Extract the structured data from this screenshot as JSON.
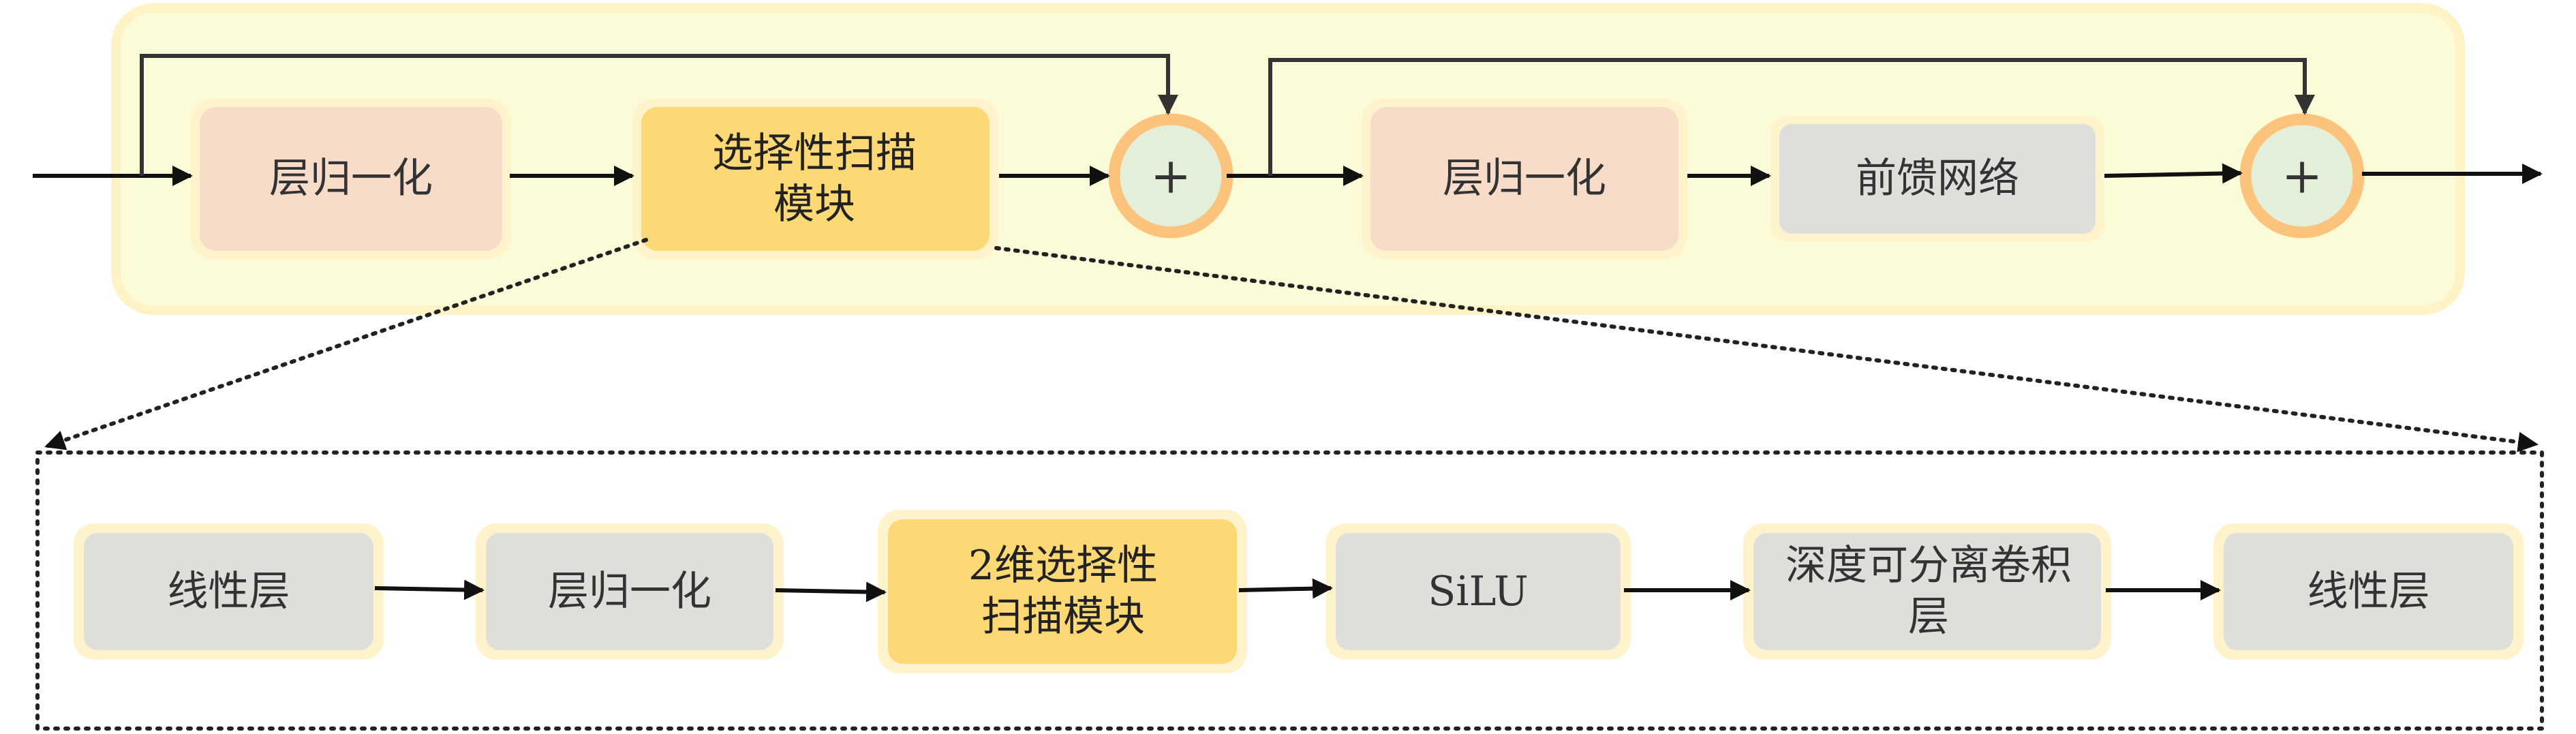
{
  "colors": {
    "outer_block_fill": "#fcfbd8",
    "outer_block_border": "#fdf3c4",
    "layernorm_fill": "#f6dcc9",
    "scan_fill": "#fcd974",
    "ffn_fill": "#dededb",
    "adder_fill": "#e4efd9",
    "adder_ring": "#fbc37c",
    "halo": "#fff3cc",
    "arrow": "#111111"
  },
  "top_block": {
    "layernorm_1": "层归一化",
    "scan_module": "选择性扫描模块",
    "adder_1": "+",
    "layernorm_2": "层归一化",
    "feed_forward": "前馈网络",
    "adder_2": "+"
  },
  "bottom_block": {
    "linear_1": "线性层",
    "layernorm": "层归一化",
    "scan_2d": "2维选择性扫描模块",
    "silu": "SiLU",
    "dwconv": "深度可分离卷积层",
    "linear_2": "线性层"
  }
}
